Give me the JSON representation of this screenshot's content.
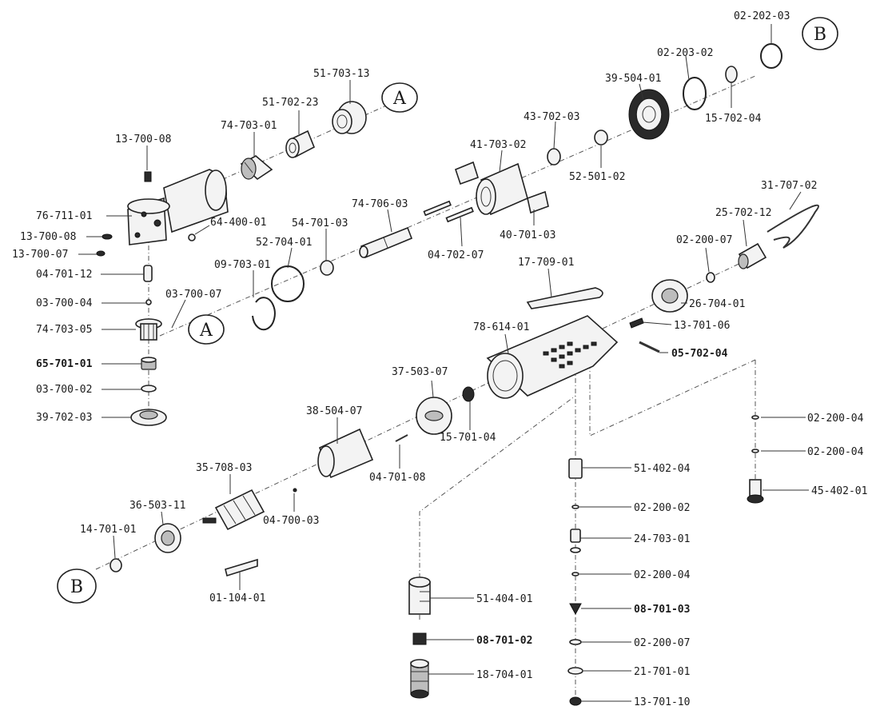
{
  "callouts": {
    "a_top": "A",
    "a_bottom": "A",
    "b_top": "B",
    "b_bottom": "B"
  },
  "labels": {
    "p_02_202_03": "02-202-03",
    "p_02_203_02": "02-203-02",
    "p_39_504_01": "39-504-01",
    "p_15_702_04": "15-702-04",
    "p_51_703_13": "51-703-13",
    "p_51_702_23": "51-702-23",
    "p_74_703_01": "74-703-01",
    "p_13_700_08_top": "13-700-08",
    "p_76_711_01": "76-711-01",
    "p_13_700_08_side": "13-700-08",
    "p_13_700_07": "13-700-07",
    "p_64_400_01": "64-400-01",
    "p_04_701_12": "04-701-12",
    "p_03_700_04": "03-700-04",
    "p_74_703_05": "74-703-05",
    "p_65_701_01": "65-701-01",
    "p_03_700_02": "03-700-02",
    "p_39_702_03": "39-702-03",
    "p_09_703_01": "09-703-01",
    "p_03_700_07": "03-700-07",
    "p_52_704_01": "52-704-01",
    "p_54_701_03": "54-701-03",
    "p_74_706_03": "74-706-03",
    "p_43_702_03": "43-702-03",
    "p_41_703_02": "41-703-02",
    "p_52_501_02": "52-501-02",
    "p_04_702_07": "04-702-07",
    "p_40_701_03": "40-701-03",
    "p_31_707_02": "31-707-02",
    "p_25_702_12": "25-702-12",
    "p_02_200_07_top": "02-200-07",
    "p_17_709_01": "17-709-01",
    "p_26_704_01": "26-704-01",
    "p_13_701_06": "13-701-06",
    "p_78_614_01": "78-614-01",
    "p_05_702_04": "05-702-04",
    "p_37_503_07": "37-503-07",
    "p_15_701_04": "15-701-04",
    "p_38_504_07": "38-504-07",
    "p_04_701_08": "04-701-08",
    "p_35_708_03": "35-708-03",
    "p_36_503_11": "36-503-11",
    "p_14_701_01": "14-701-01",
    "p_04_700_03": "04-700-03",
    "p_01_104_01": "01-104-01",
    "p_02_200_04_a": "02-200-04",
    "p_02_200_04_b": "02-200-04",
    "p_45_402_01": "45-402-01",
    "p_51_402_04": "51-402-04",
    "p_02_200_02": "02-200-02",
    "p_24_703_01": "24-703-01",
    "p_02_200_04_c": "02-200-04",
    "p_08_701_03": "08-701-03",
    "p_02_200_07_bottom": "02-200-07",
    "p_21_701_01": "21-701-01",
    "p_13_701_10": "13-701-10",
    "p_51_404_01": "51-404-01",
    "p_08_701_02": "08-701-02",
    "p_18_704_01": "18-704-01"
  },
  "colors": {
    "line": "#333333",
    "ink": "#1a1a1a",
    "background": "#ffffff"
  }
}
